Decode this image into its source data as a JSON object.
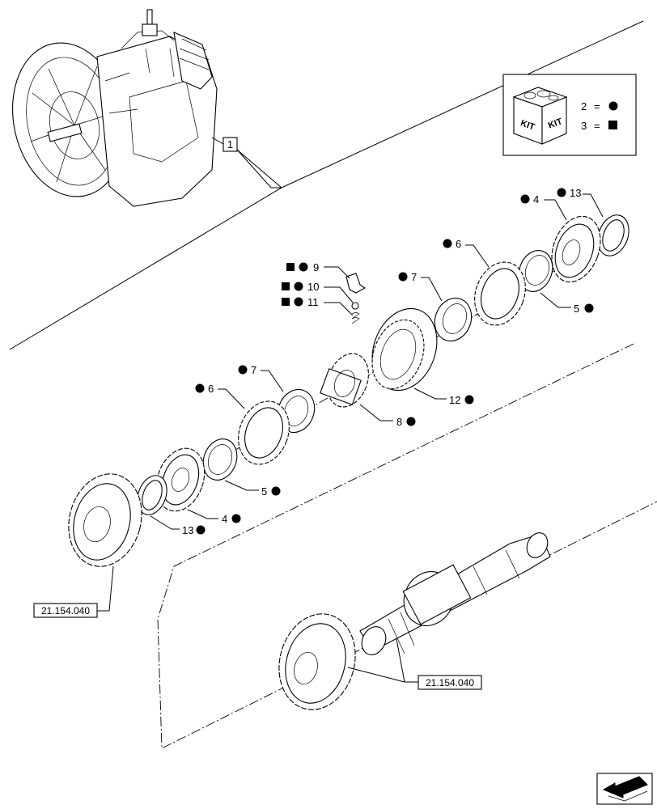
{
  "legend": {
    "kit_icon_text": "KIT",
    "row1": {
      "number": "2",
      "equals": "=",
      "symbol": "circle"
    },
    "row2": {
      "number": "3",
      "equals": "=",
      "symbol": "square"
    }
  },
  "assembly_ref": "1",
  "callouts": {
    "c9": "9",
    "c10": "10",
    "c11": "11",
    "c12": "12",
    "c8": "8",
    "c7a": "7",
    "c7b": "7",
    "c6a": "6",
    "c6b": "6",
    "c5a": "5",
    "c5b": "5",
    "c4a": "4",
    "c4b": "4",
    "c13a": "13",
    "c13b": "13"
  },
  "ref_boxes": {
    "left": "21.154.040",
    "right": "21.154.040"
  },
  "nav_icon": "next-page-arrow-icon"
}
